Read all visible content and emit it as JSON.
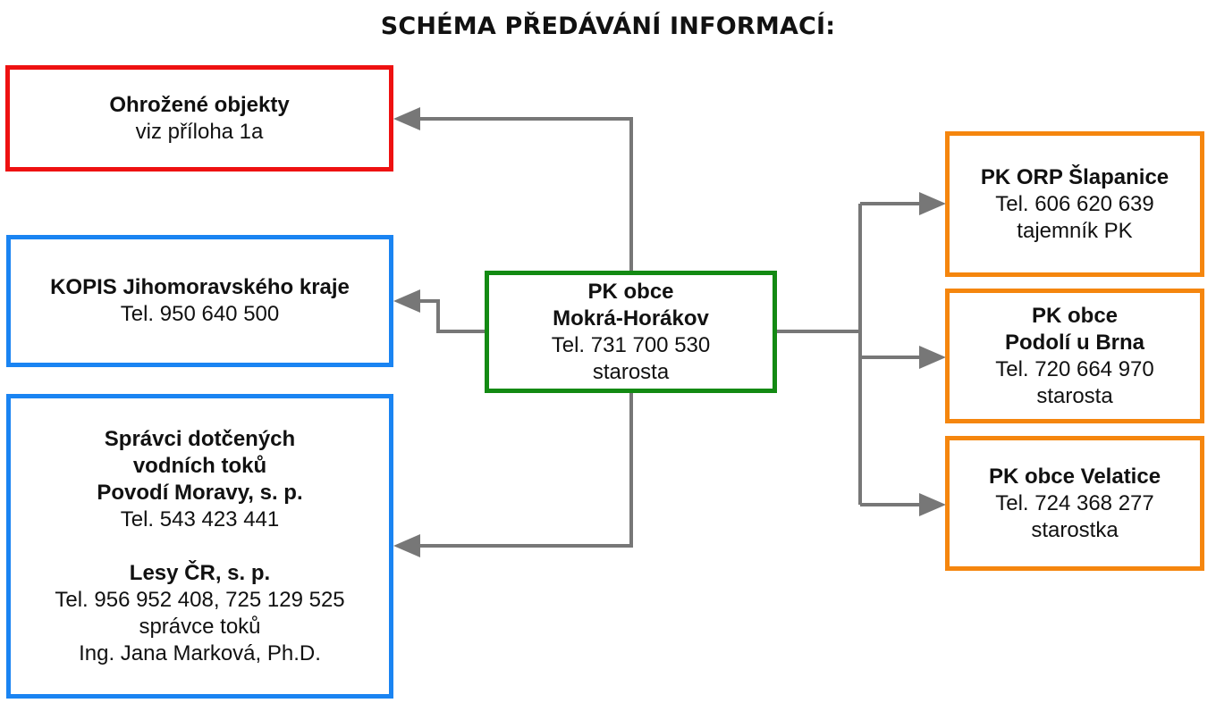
{
  "title": "SCHÉMA PŘEDÁVÁNÍ INFORMACÍ:",
  "colors": {
    "threatened": "#ee1111",
    "external": "#1a84f2",
    "center": "#138a13",
    "crisis_committees": "#f5860e",
    "arrows": "#777777"
  },
  "center": {
    "line1": "PK obce",
    "line2": "Mokrá-Horákov",
    "phone": "Tel. 731 700 530",
    "role": "starosta"
  },
  "left": {
    "threatened": {
      "title": "Ohrožené objekty",
      "text": "viz příloha 1a"
    },
    "kopis": {
      "title": "KOPIS Jihomoravského kraje",
      "phone": "Tel. 950 640 500"
    },
    "managers": {
      "title_line1": "Správci dotčených",
      "title_line2": "vodních toků",
      "org1": "Povodí Moravy, s. p.",
      "org1_phone": "Tel. 543 423 441",
      "org2": "Lesy ČR, s. p.",
      "org2_phone": "Tel. 956 952 408, 725 129 525",
      "org2_role": "správce toků",
      "org2_person": "Ing. Jana Marková, Ph.D."
    }
  },
  "right": {
    "slapanice": {
      "title": "PK ORP Šlapanice",
      "phone": "Tel. 606 620 639",
      "role": "tajemník PK"
    },
    "podoli": {
      "line1": "PK obce",
      "line2": "Podolí u Brna",
      "phone": "Tel. 720 664 970",
      "role": "starosta"
    },
    "velatice": {
      "title": "PK obce Velatice",
      "phone": "Tel. 724 368 277",
      "role": "starostka"
    }
  }
}
